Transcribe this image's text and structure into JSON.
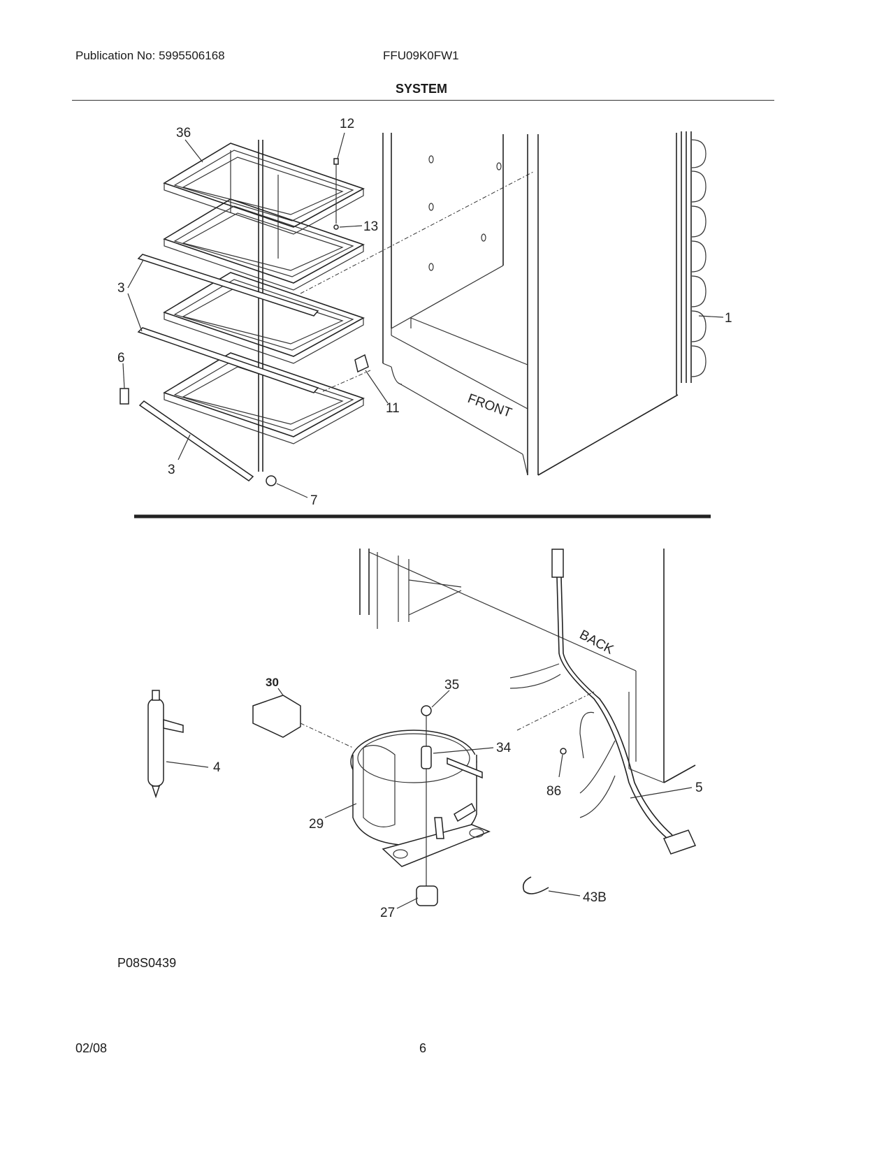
{
  "header": {
    "publication": "Publication No: 5995506168",
    "model": "FFU09K0FW1",
    "title": "SYSTEM"
  },
  "footer": {
    "date": "02/08",
    "page": "6",
    "diagram_code": "P08S0439"
  },
  "cabinet_text": {
    "front": "FRONT",
    "back": "BACK"
  },
  "callouts": {
    "c36": "36",
    "c12": "12",
    "c13": "13",
    "c3a": "3",
    "c3b": "3",
    "c6": "6",
    "c11": "11",
    "c1": "1",
    "c7": "7",
    "c30": "30",
    "c35": "35",
    "c34": "34",
    "c4": "4",
    "c29": "29",
    "c86": "86",
    "c5": "5",
    "c27": "27",
    "c43b": "43B"
  }
}
